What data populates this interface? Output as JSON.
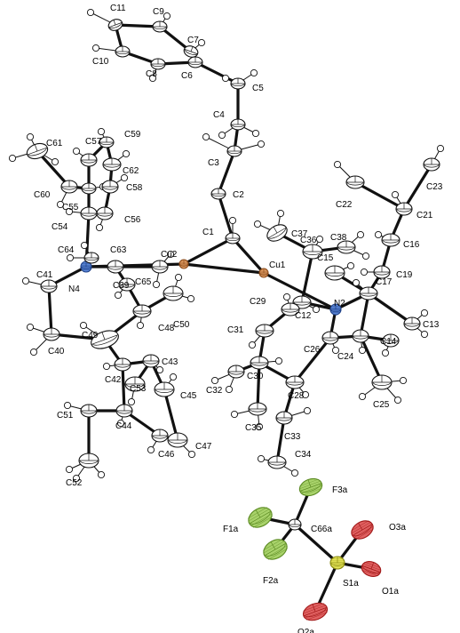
{
  "atoms": {
    "C1": "C1",
    "C2": "C2",
    "C3": "C3",
    "C4": "C4",
    "C5": "C5",
    "C6": "C6",
    "C7": "C7",
    "C8": "C8",
    "C9": "C9",
    "C10": "C10",
    "C11": "C11",
    "C12": "C12",
    "C13": "C13",
    "C14": "C14",
    "C15": "C15",
    "C16": "C16",
    "C17": "C17",
    "C19": "C19",
    "C21": "C21",
    "C22": "C22",
    "C23": "C23",
    "C24": "C24",
    "C25": "C25",
    "C26": "C26",
    "C28": "C28",
    "C29": "C29",
    "C30": "C30",
    "C31": "C31",
    "C32": "C32",
    "C33": "C33",
    "C34": "C34",
    "C35": "C35",
    "C36": "C36",
    "C37": "C37",
    "C38": "C38",
    "C39": "C39",
    "C40": "C40",
    "C41": "C41",
    "C42": "C42",
    "C43": "C43",
    "C44": "C44",
    "C45": "C45",
    "C46": "C46",
    "C47": "C47",
    "C48": "C48",
    "C49": "C49",
    "C50": "C50",
    "C51": "C51",
    "C52": "C52",
    "C53": "C53",
    "C54": "C54",
    "C55": "C55",
    "C56": "C56",
    "C57": "C57",
    "C58": "C58",
    "C59": "C59",
    "C60": "C60",
    "C61": "C61",
    "C62": "C62",
    "C63": "C63",
    "C64": "C64",
    "C65": "C65",
    "C66a": "C66a",
    "Cu1": "Cu1",
    "Cu2": "Cu2",
    "N2": "N2",
    "N4": "N4",
    "F1a": "F1a",
    "F2a": "F2a",
    "F3a": "F3a",
    "S1a": "S1a",
    "O1a": "O1a",
    "O2a": "O2a",
    "O3a": "O3a"
  },
  "colors": {
    "bond": "#111111",
    "carbon": "#ffffff",
    "hydrogen": "#ffffff",
    "copper": "#e9a56b",
    "nitrogen": "#5a86d6",
    "fluorine": "#a8d26a",
    "sulfur": "#e8e85a",
    "oxygen": "#e06060"
  }
}
